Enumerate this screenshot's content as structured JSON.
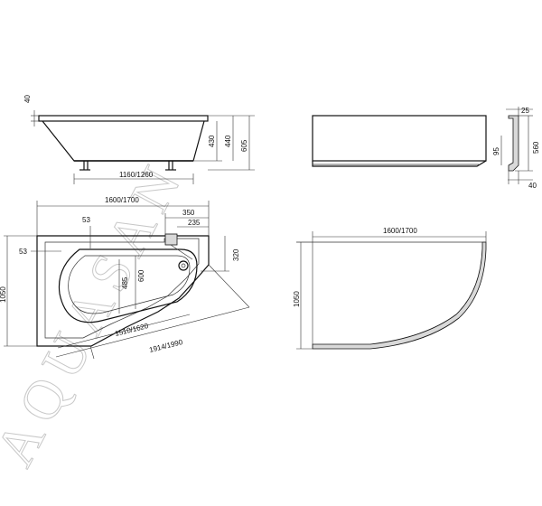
{
  "watermark": "AQUASAN",
  "side_view": {
    "rim_height": "40",
    "length": "1160/1260",
    "depth_inner": "430",
    "depth_mid": "440",
    "height_total": "605"
  },
  "panel_view": {
    "rim": "25",
    "panel_gap": "95",
    "panel_height": "560",
    "foot": "40"
  },
  "plan_view": {
    "width": "1600/1700",
    "depth": "1050",
    "rim_top": "53",
    "rim_left": "53",
    "drain_offset": "350",
    "overflow_offset": "235",
    "valve_height": "320",
    "inner_width": "485",
    "inner_width_max": "600",
    "inner_length": "1510/1620",
    "diagonal": "1914/1990"
  },
  "front_panel_view": {
    "width": "1600/1700",
    "depth": "1050"
  }
}
